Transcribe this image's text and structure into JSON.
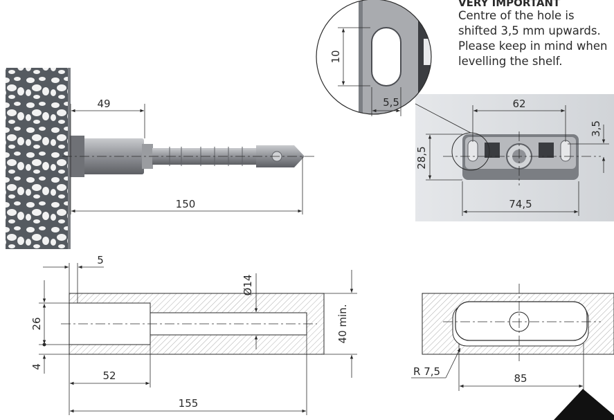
{
  "note": {
    "title": "VERY IMPORTANT",
    "lines": [
      "Centre of the hole is",
      "shifted 3,5 mm upwards.",
      "Please keep in mind when",
      "levelling the shelf."
    ]
  },
  "dimensions": {
    "anchor_depth": "49",
    "anchor_length": "150",
    "bracket_width": "62",
    "bracket_offset": "3,5",
    "bracket_height": "28,5",
    "bracket_total": "74,5",
    "hole_height": "10",
    "hole_width": "5,5",
    "counterbore_depth": "5",
    "bore_diameter": "Ø14",
    "counterbore_height": "26",
    "edge_offset": "4",
    "counterbore_length": "52",
    "total_depth": "155",
    "min_thickness": "40 min.",
    "radius": "R 7,5",
    "slot_length": "85"
  },
  "colors": {
    "line": "#2a2a2a",
    "hatch": "#777777",
    "metal": "#8e9094",
    "panel": "#dcdee1"
  }
}
